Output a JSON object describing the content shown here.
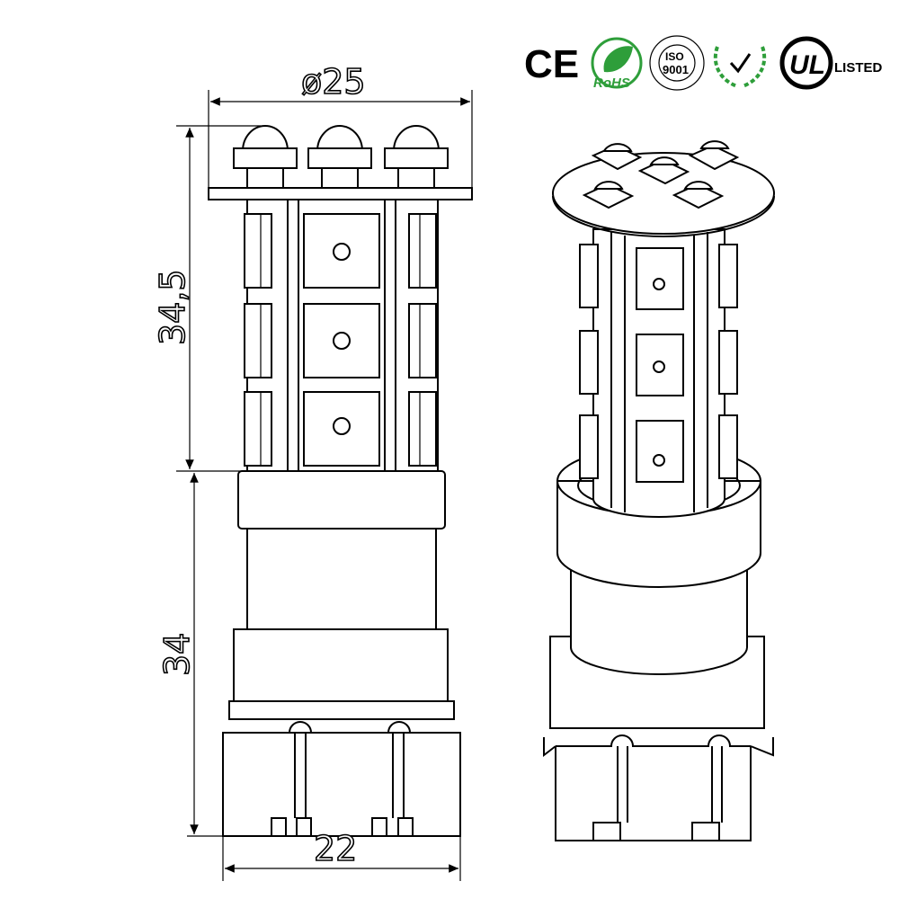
{
  "dimensions": {
    "top_width": "ø25",
    "head_height": "34,5",
    "base_height": "34",
    "base_width": "22"
  },
  "certifications": {
    "ce": "CE",
    "rohs": "RoHS",
    "iso": "ISO",
    "iso_number": "9001",
    "ul_listed": "LISTED"
  },
  "colors": {
    "line": "#000000",
    "background": "#ffffff",
    "rohs_green": "#2e9e3a"
  }
}
